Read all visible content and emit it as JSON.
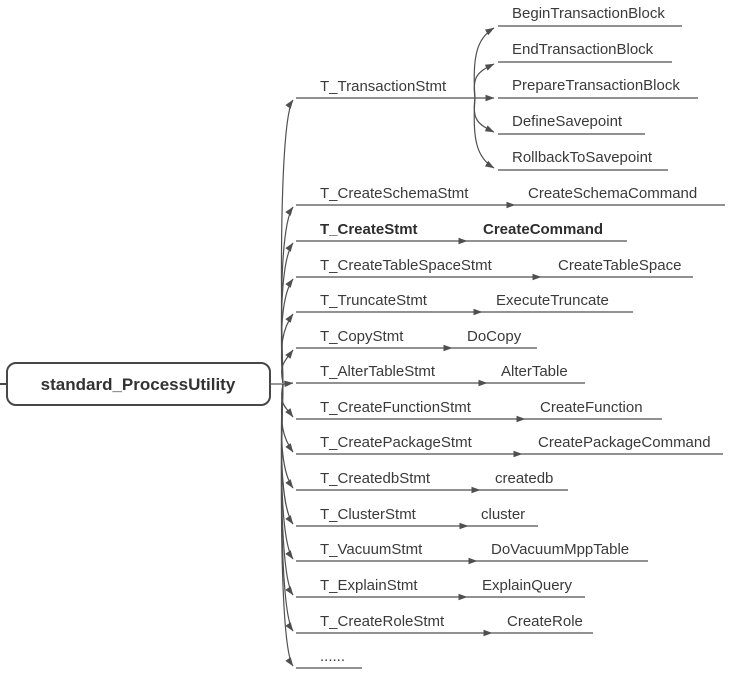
{
  "diagram": {
    "title": "standard_ProcessUtility dispatch mind map",
    "colors": {
      "line": "#4f4f4f",
      "text": "#3a3a3a",
      "root_border": "#474747",
      "background": "#ffffff"
    },
    "root": {
      "label": "standard_ProcessUtility"
    },
    "branches": [
      {
        "stmt": "T_TransactionStmt",
        "bold": false,
        "children": [
          "BeginTransactionBlock",
          "EndTransactionBlock",
          "PrepareTransactionBlock",
          "DefineSavepoint",
          "RollbackToSavepoint"
        ]
      },
      {
        "stmt": "T_CreateSchemaStmt",
        "handler": "CreateSchemaCommand",
        "bold": false
      },
      {
        "stmt": "T_CreateStmt",
        "handler": "CreateCommand",
        "bold": true
      },
      {
        "stmt": "T_CreateTableSpaceStmt",
        "handler": "CreateTableSpace",
        "bold": false
      },
      {
        "stmt": "T_TruncateStmt",
        "handler": "ExecuteTruncate",
        "bold": false
      },
      {
        "stmt": "T_CopyStmt",
        "handler": "DoCopy",
        "bold": false
      },
      {
        "stmt": "T_AlterTableStmt",
        "handler": "AlterTable",
        "bold": false
      },
      {
        "stmt": "T_CreateFunctionStmt",
        "handler": "CreateFunction",
        "bold": false
      },
      {
        "stmt": "T_CreatePackageStmt",
        "handler": "CreatePackageCommand",
        "bold": false
      },
      {
        "stmt": "T_CreatedbStmt",
        "handler": "createdb",
        "bold": false
      },
      {
        "stmt": "T_ClusterStmt",
        "handler": "cluster",
        "bold": false
      },
      {
        "stmt": "T_VacuumStmt",
        "handler": "DoVacuumMppTable",
        "bold": false
      },
      {
        "stmt": "T_ExplainStmt",
        "handler": "ExplainQuery",
        "bold": false
      },
      {
        "stmt": "T_CreateRoleStmt",
        "handler": "CreateRole",
        "bold": false
      },
      {
        "stmt": "......",
        "bold": false
      }
    ]
  }
}
